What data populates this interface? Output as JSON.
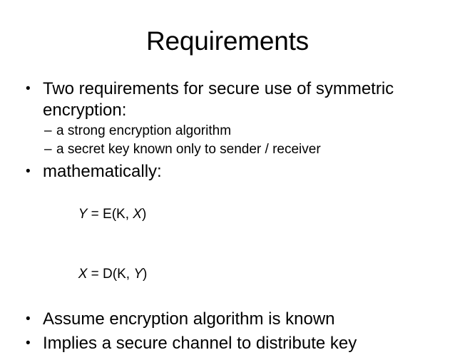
{
  "slide": {
    "title": "Requirements",
    "background_color": "#ffffff",
    "text_color": "#000000",
    "markers": {
      "level1": "•",
      "level2": "–"
    },
    "bullets": [
      {
        "level": 1,
        "text": "Two requirements for secure use of symmetric encryption:"
      },
      {
        "level": 2,
        "text": "a strong encryption algorithm"
      },
      {
        "level": 2,
        "text": "a secret key known only to sender / receiver"
      },
      {
        "level": 1,
        "text": "mathematically:"
      },
      {
        "level": 1,
        "text": "Assume encryption algorithm is known"
      },
      {
        "level": 1,
        "text": "Implies a secure channel to distribute key"
      }
    ],
    "equations": [
      {
        "lhs": "Y",
        "operator": " = ",
        "func": "E(K, ",
        "arg": "X",
        "close": ")"
      },
      {
        "lhs": "X",
        "operator": " = ",
        "func": "D(K, ",
        "arg": "Y",
        "close": ")"
      }
    ]
  }
}
